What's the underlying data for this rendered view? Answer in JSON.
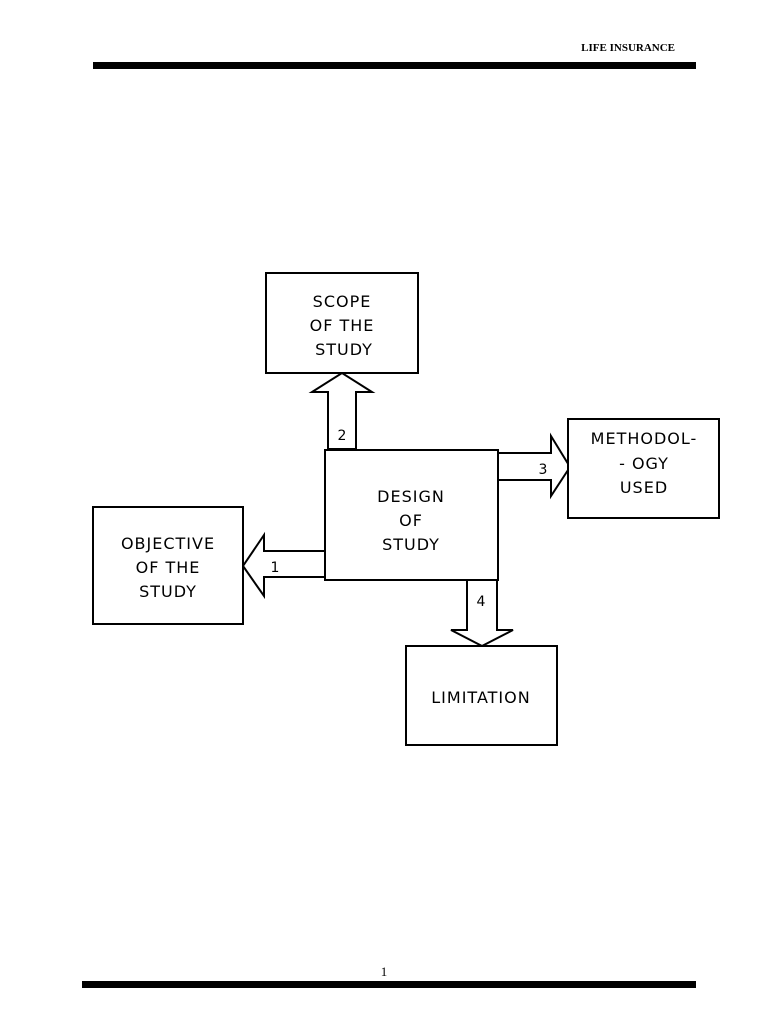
{
  "header": {
    "title": "LIFE INSURANCE"
  },
  "footer": {
    "page_number": "1"
  },
  "diagram": {
    "center": {
      "lines": [
        "DESIGN",
        "OF",
        "STUDY"
      ]
    },
    "scope": {
      "lines": [
        "SCOPE",
        "OF THE",
        "STUDY"
      ],
      "arrow_number": "2"
    },
    "methodology": {
      "lines": [
        "METHODOL-",
        "- OGY",
        "USED"
      ],
      "arrow_number": "3"
    },
    "objective": {
      "lines": [
        "OBJECTIVE",
        "OF THE",
        "STUDY"
      ],
      "arrow_number": "1"
    },
    "limitation": {
      "lines": [
        "LIMITATION"
      ],
      "arrow_number": "4"
    }
  }
}
